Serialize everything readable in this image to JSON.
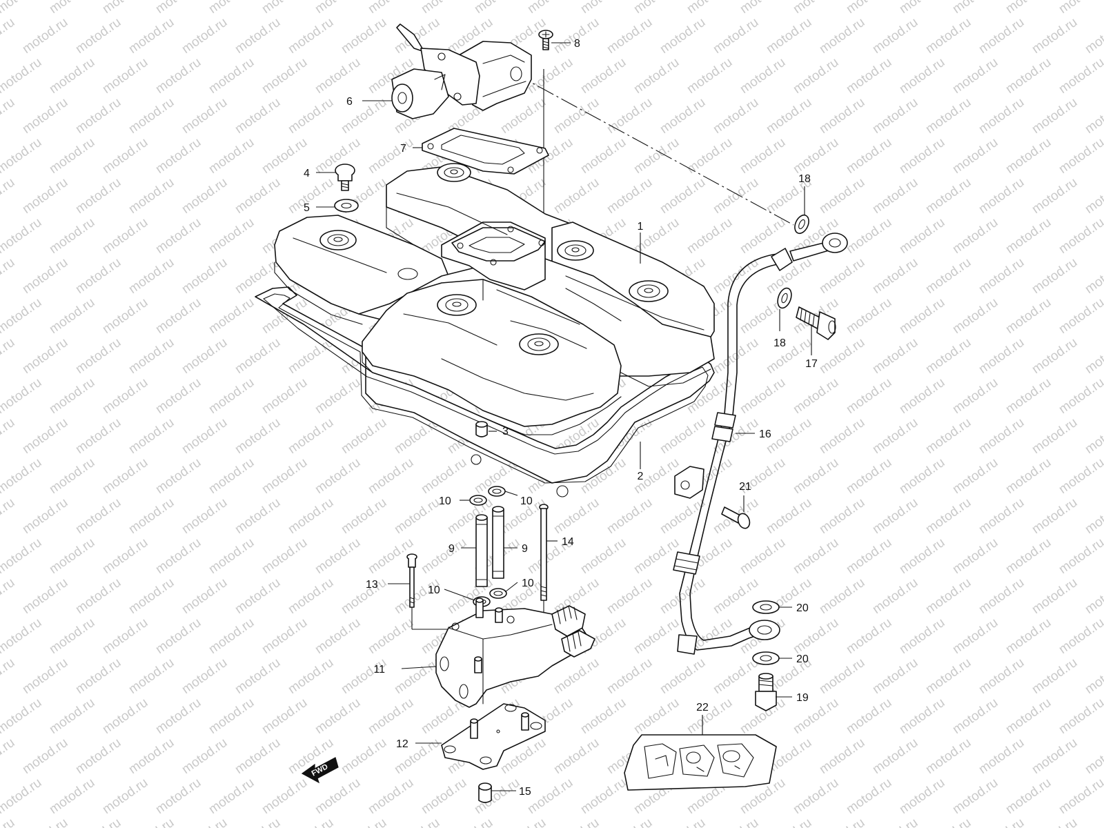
{
  "watermark": {
    "text": "motod.ru",
    "color": "#c8c8c8"
  },
  "direction_arrow": {
    "label": "FWD"
  },
  "callouts": [
    {
      "id": "1",
      "text": "1"
    },
    {
      "id": "2",
      "text": "2"
    },
    {
      "id": "3",
      "text": "3"
    },
    {
      "id": "4",
      "text": "4"
    },
    {
      "id": "5",
      "text": "5"
    },
    {
      "id": "6",
      "text": "6"
    },
    {
      "id": "7",
      "text": "7"
    },
    {
      "id": "8",
      "text": "8"
    },
    {
      "id": "9a",
      "text": "9"
    },
    {
      "id": "9b",
      "text": "9"
    },
    {
      "id": "10a",
      "text": "10"
    },
    {
      "id": "10b",
      "text": "10"
    },
    {
      "id": "10c",
      "text": "10"
    },
    {
      "id": "10d",
      "text": "10"
    },
    {
      "id": "11",
      "text": "11"
    },
    {
      "id": "12",
      "text": "12"
    },
    {
      "id": "13",
      "text": "13"
    },
    {
      "id": "14",
      "text": "14"
    },
    {
      "id": "15",
      "text": "15"
    },
    {
      "id": "16",
      "text": "16"
    },
    {
      "id": "17",
      "text": "17"
    },
    {
      "id": "18a",
      "text": "18"
    },
    {
      "id": "18b",
      "text": "18"
    },
    {
      "id": "19",
      "text": "19"
    },
    {
      "id": "20a",
      "text": "20"
    },
    {
      "id": "20b",
      "text": "20"
    },
    {
      "id": "21",
      "text": "21"
    },
    {
      "id": "22",
      "text": "22"
    }
  ]
}
